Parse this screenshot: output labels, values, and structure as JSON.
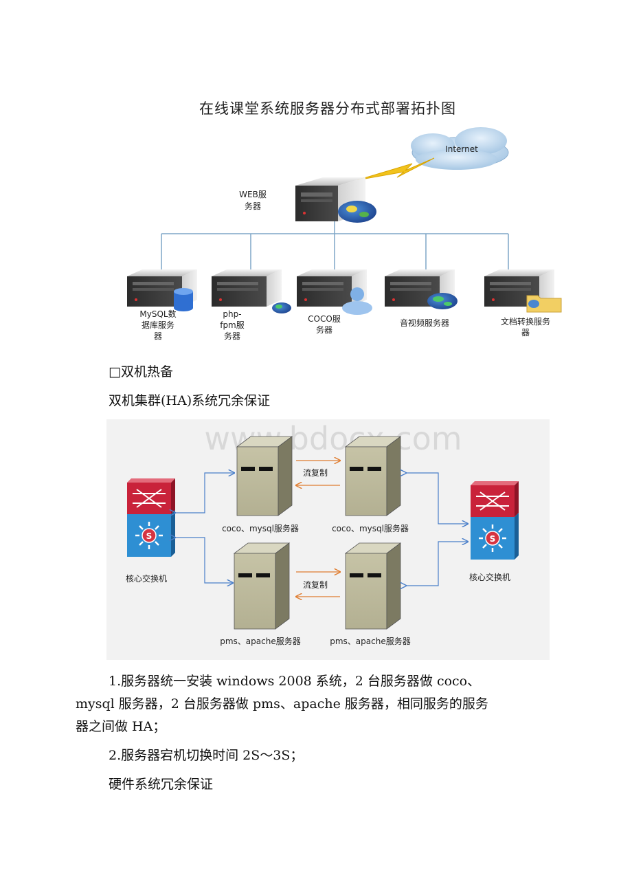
{
  "topology": {
    "title": "在线课堂系统服务器分布式部署拓扑图",
    "internet_label": "Internet",
    "web_server_label_line1": "WEB服",
    "web_server_label_line2": "务器",
    "servers": [
      {
        "line1": "MySQL数",
        "line2": "据库服务",
        "line3": "器",
        "icon": "database-icon"
      },
      {
        "line1": "php-",
        "line2": "fpm服",
        "line3": "务器",
        "icon": "globe-icon"
      },
      {
        "line1": "COCO服",
        "line2": "务器",
        "line3": "",
        "icon": "user-icon"
      },
      {
        "line1": "音视频服务器",
        "line2": "",
        "line3": "",
        "icon": "globe-icon"
      },
      {
        "line1": "文档转换服务",
        "line2": "器",
        "line3": "",
        "icon": "folder-icon"
      }
    ]
  },
  "section_heading": "□双机热备",
  "ha_heading": "双机集群(HA)系统冗余保证",
  "ha_diagram": {
    "watermark": "www.bdocx.com",
    "flow_label_top": "流复制",
    "flow_label_bottom": "流复制",
    "switch_left_label": "核心交换机",
    "switch_right_label": "核心交换机",
    "server_top_left": "coco、mysql服务器",
    "server_top_right": "coco、mysql服务器",
    "server_bottom_left": "pms、apache服务器",
    "server_bottom_right": "pms、apache服务器",
    "switch_badge": "S"
  },
  "paragraphs": {
    "p1_line1": "1.服务器统一安装 windows 2008 系统，2 台服务器做 coco、",
    "p1_line2": "mysql 服务器，2 台服务器做 pms、apache 服务器，相同服务的服务",
    "p1_line3": "器之间做 HA；",
    "p2": "2.服务器宕机切换时间 2S～3S；",
    "p3": "硬件系统冗余保证"
  }
}
